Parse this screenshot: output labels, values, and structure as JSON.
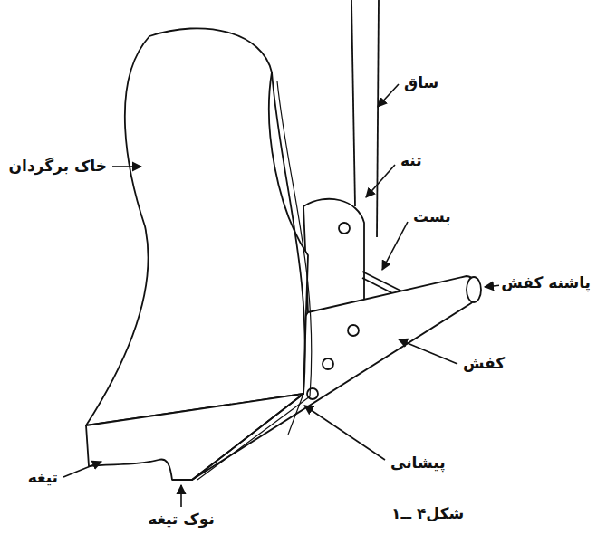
{
  "diagram": {
    "caption": "شکل۴ ــ۱",
    "labels": [
      "ساق",
      "تنه",
      "خاک برگردان",
      "بست",
      "پاشنه کفش",
      "کفش",
      "پیشانی",
      "تیغه",
      "نوک تیغه"
    ]
  }
}
